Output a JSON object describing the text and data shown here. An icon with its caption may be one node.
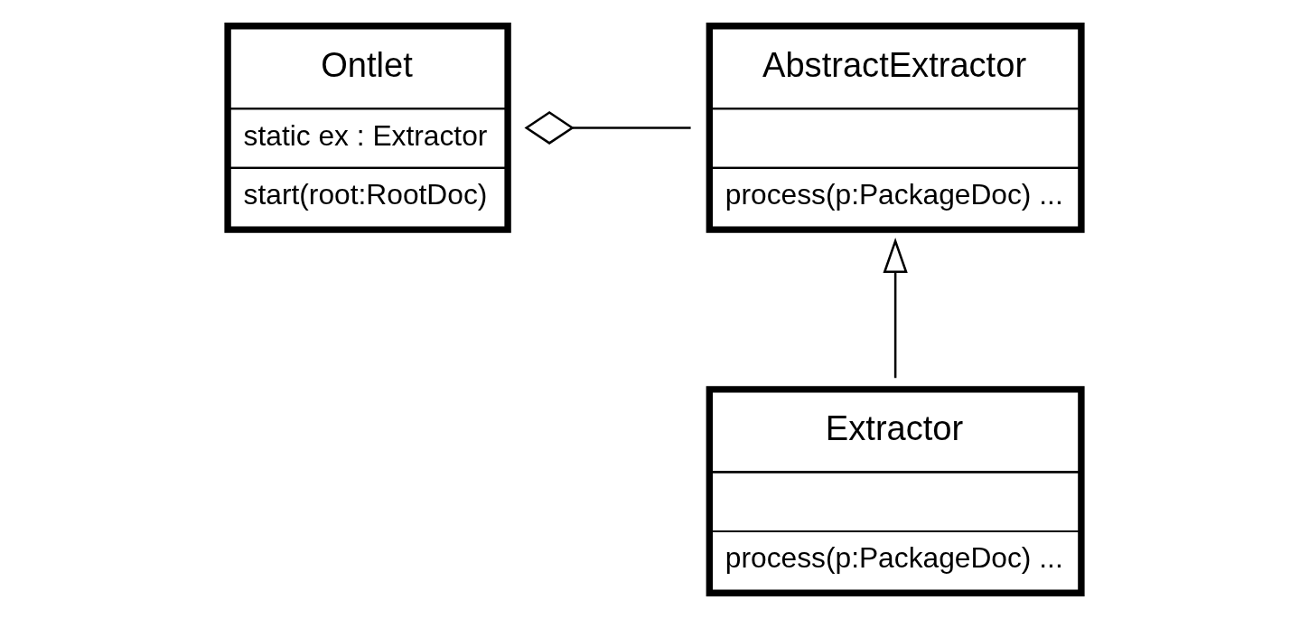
{
  "diagram": {
    "nodes": [
      {
        "text": [
          "Ontlet",
          "static ex : Extractor",
          "start(root:RootDoc)"
        ]
      },
      {
        "text": [
          "AbstractExtractor",
          "process(p:PackageDoc) ..."
        ]
      },
      {
        "text": [
          "Extractor",
          "process(p:PackageDoc) ..."
        ]
      }
    ],
    "edges": [
      {
        "from": 0,
        "to": 1,
        "arrow": "other"
      },
      {
        "from": 2,
        "to": 1,
        "arrow": "to"
      }
    ]
  }
}
